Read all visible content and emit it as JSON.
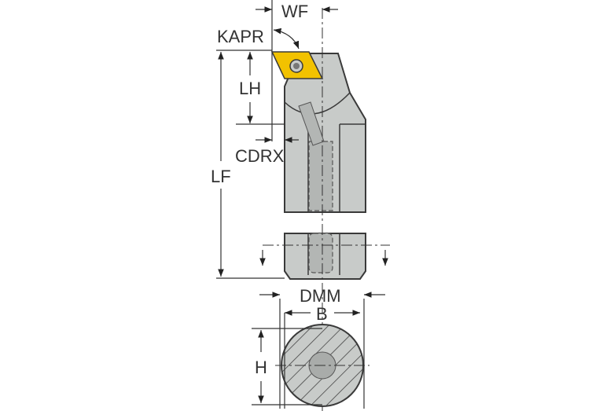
{
  "diagram": {
    "title": "Boring bar dimension drawing",
    "labels": {
      "wf": "WF",
      "kapr": "KAPR",
      "lh": "LH",
      "cdrx": "CDRX",
      "lf": "LF",
      "dmm": "DMM",
      "b": "B",
      "h": "H"
    },
    "colors": {
      "body": "#c8cbc9",
      "body_dark": "#b3b6b4",
      "insert": "#f2c200",
      "outline": "#3a3a3a",
      "dim_line": "#333333"
    }
  }
}
